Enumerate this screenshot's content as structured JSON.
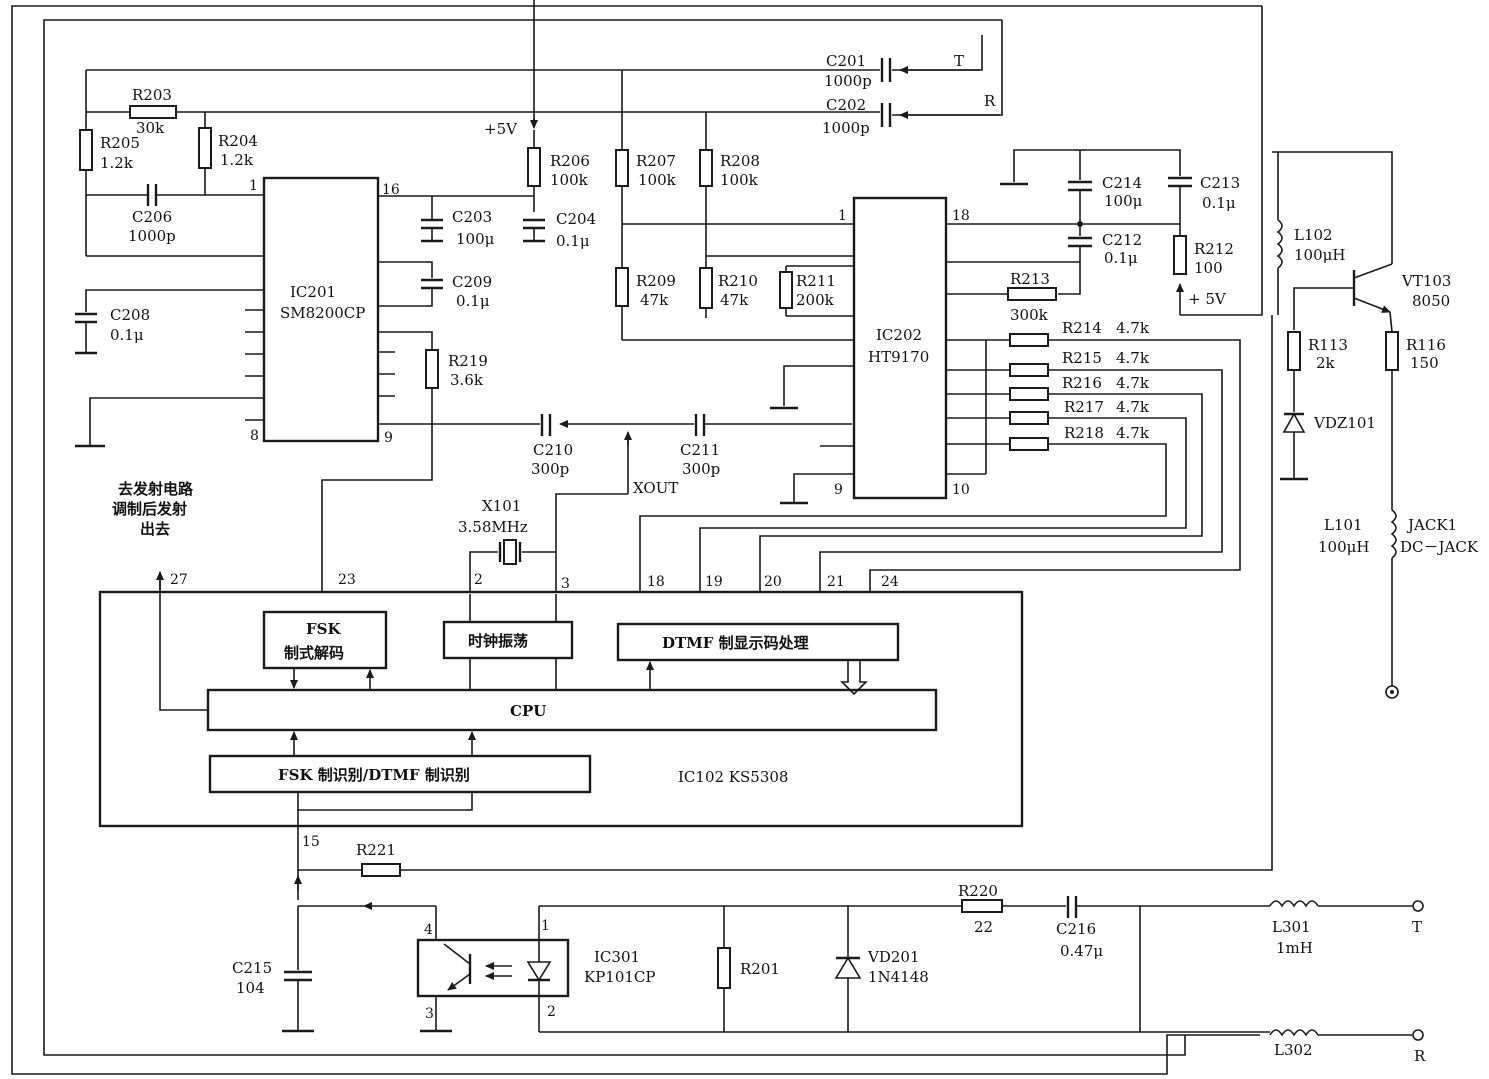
{
  "chips": {
    "ic201": {
      "ref": "IC201",
      "part": "SM8200CP",
      "pins": {
        "p1": "1",
        "p8": "8",
        "p9": "9",
        "p16": "16"
      }
    },
    "ic202": {
      "ref": "IC202",
      "part": "HT9170",
      "pins": {
        "p1": "1",
        "p9": "9",
        "p10": "10",
        "p18": "18"
      }
    },
    "ic102": {
      "label": "IC102 KS5308",
      "pins": {
        "p27": "27",
        "p23": "23",
        "p2": "2",
        "p3": "3",
        "p18": "18",
        "p19": "19",
        "p20": "20",
        "p21": "21",
        "p24": "24",
        "p15": "15"
      },
      "blocks": {
        "fsk_decode_1": "FSK",
        "fsk_decode_2": "制式解码",
        "clock": "时钟振荡",
        "dtmf": "DTMF 制显示码处理",
        "cpu": "CPU",
        "recognize": "FSK 制识别/DTMF 制识别"
      }
    },
    "ic301": {
      "ref": "IC301",
      "part": "KP101CP",
      "pins": {
        "p1": "1",
        "p2": "2",
        "p3": "3",
        "p4": "4"
      }
    }
  },
  "components": {
    "c201": {
      "ref": "C201",
      "val": "1000p"
    },
    "c202": {
      "ref": "C202",
      "val": "1000p"
    },
    "r203": {
      "ref": "R203",
      "val": "30k"
    },
    "r204": {
      "ref": "R204",
      "val": "1.2k"
    },
    "r205": {
      "ref": "R205",
      "val": "1.2k"
    },
    "c206": {
      "ref": "C206",
      "val": "1000p"
    },
    "r206": {
      "ref": "R206",
      "val": "100k"
    },
    "r207": {
      "ref": "R207",
      "val": "100k"
    },
    "r208": {
      "ref": "R208",
      "val": "100k"
    },
    "c203": {
      "ref": "C203",
      "val": "100μ"
    },
    "c204": {
      "ref": "C204",
      "val": "0.1μ"
    },
    "c209": {
      "ref": "C209",
      "val": "0.1μ"
    },
    "c208": {
      "ref": "C208",
      "val": "0.1μ"
    },
    "r219": {
      "ref": "R219",
      "val": "3.6k"
    },
    "r209": {
      "ref": "R209",
      "val": "47k"
    },
    "r210": {
      "ref": "R210",
      "val": "47k"
    },
    "r211": {
      "ref": "R211",
      "val": "200k"
    },
    "c214": {
      "ref": "C214",
      "val": "100μ"
    },
    "c213": {
      "ref": "C213",
      "val": "0.1μ"
    },
    "c212": {
      "ref": "C212",
      "val": "0.1μ"
    },
    "r212": {
      "ref": "R212",
      "val": "100"
    },
    "r213": {
      "ref": "R213",
      "val": "300k"
    },
    "r214": {
      "ref": "R214",
      "val": "4.7k"
    },
    "r215": {
      "ref": "R215",
      "val": "4.7k"
    },
    "r216": {
      "ref": "R216",
      "val": "4.7k"
    },
    "r217": {
      "ref": "R217",
      "val": "4.7k"
    },
    "r218": {
      "ref": "R218",
      "val": "4.7k"
    },
    "c210": {
      "ref": "C210",
      "val": "300p"
    },
    "c211": {
      "ref": "C211",
      "val": "300p"
    },
    "x101": {
      "ref": "X101",
      "val": "3.58MHz"
    },
    "l102": {
      "ref": "L102",
      "val": "100μH"
    },
    "vt103": {
      "ref": "VT103",
      "val": "8050"
    },
    "r113": {
      "ref": "R113",
      "val": "2k"
    },
    "r116": {
      "ref": "R116",
      "val": "150"
    },
    "vdz101": {
      "ref": "VDZ101"
    },
    "l101": {
      "ref": "L101",
      "val": "100μH"
    },
    "jack1": {
      "ref": "JACK1",
      "val": "DC－JACK"
    },
    "r221": {
      "ref": "R221"
    },
    "r220": {
      "ref": "R220",
      "val": "22"
    },
    "c216": {
      "ref": "C216",
      "val": "0.47μ"
    },
    "c215": {
      "ref": "C215",
      "val": "104"
    },
    "r201": {
      "ref": "R201"
    },
    "vd201": {
      "ref": "VD201",
      "val": "1N4148"
    },
    "l301": {
      "ref": "L301",
      "val": "1mH"
    },
    "l302": {
      "ref": "L302"
    }
  },
  "nets": {
    "t_top": "T",
    "r_top": "R",
    "t_line": "T",
    "r_line": "R",
    "vcc_ic201": "+5V",
    "vcc_r212": "+ 5V",
    "xout": "XOUT"
  },
  "notes": {
    "tx_1": "去发射电路",
    "tx_2": "调制后发射",
    "tx_3": "出去"
  }
}
